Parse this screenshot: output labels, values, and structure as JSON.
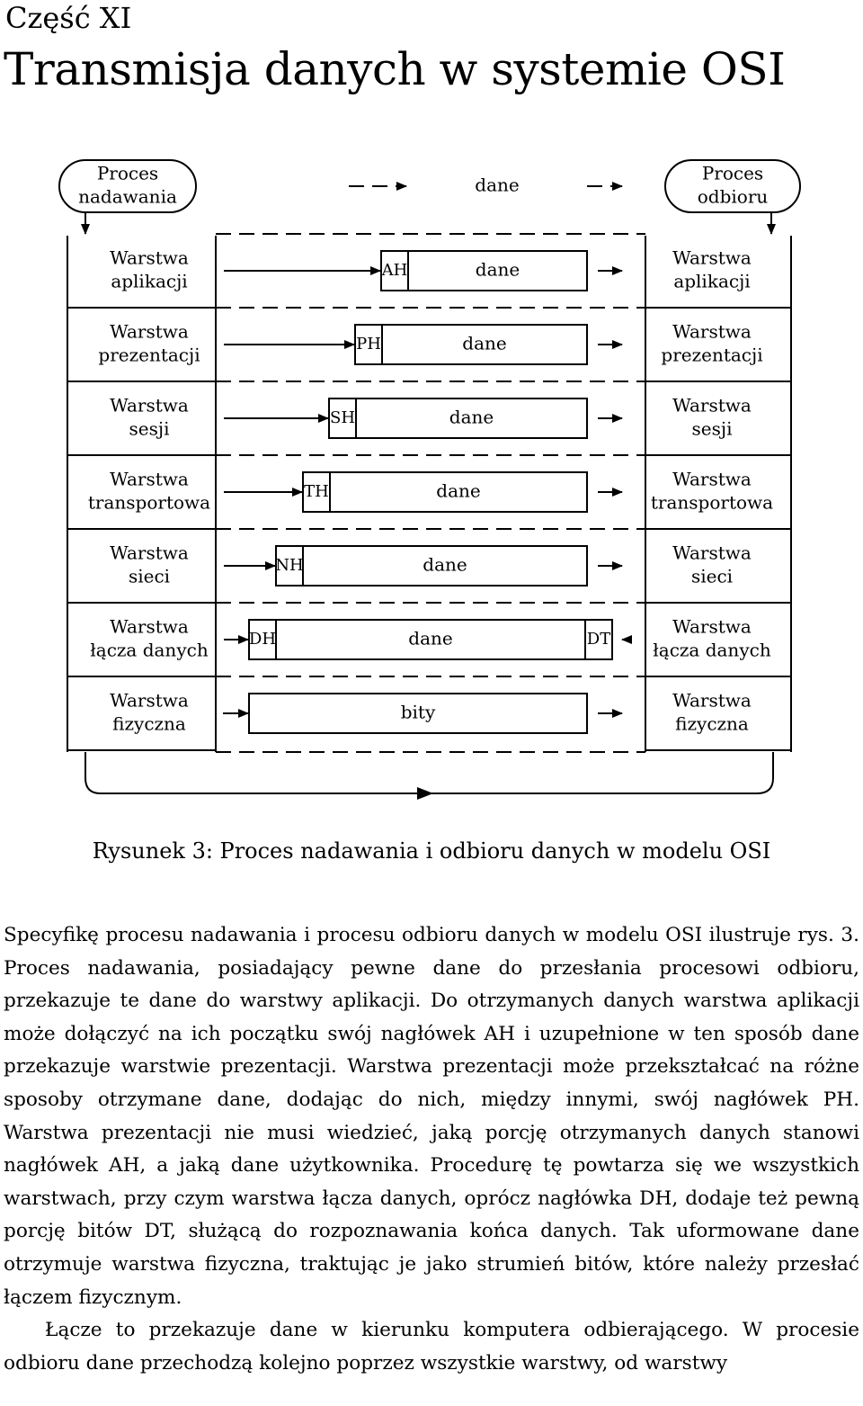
{
  "part": "Część XI",
  "title": "Transmisja danych w systemie OSI",
  "diagram": {
    "top_left": [
      "Proces",
      "nadawania"
    ],
    "top_right": [
      "Proces",
      "odbioru"
    ],
    "top_data": "dane",
    "layers": [
      {
        "left": [
          "Warstwa",
          "aplikacji"
        ],
        "right": [
          "Warstwa",
          "aplikacji"
        ],
        "header": "AH",
        "content": "dane",
        "trailer": ""
      },
      {
        "left": [
          "Warstwa",
          "prezentacji"
        ],
        "right": [
          "Warstwa",
          "prezentacji"
        ],
        "header": "PH",
        "content": "dane",
        "trailer": ""
      },
      {
        "left": [
          "Warstwa",
          "sesji"
        ],
        "right": [
          "Warstwa",
          "sesji"
        ],
        "header": "SH",
        "content": "dane",
        "trailer": ""
      },
      {
        "left": [
          "Warstwa",
          "transportowa"
        ],
        "right": [
          "Warstwa",
          "transportowa"
        ],
        "header": "TH",
        "content": "dane",
        "trailer": ""
      },
      {
        "left": [
          "Warstwa",
          "sieci"
        ],
        "right": [
          "Warstwa",
          "sieci"
        ],
        "header": "NH",
        "content": "dane",
        "trailer": ""
      },
      {
        "left": [
          "Warstwa",
          "łącza danych"
        ],
        "right": [
          "Warstwa",
          "łącza danych"
        ],
        "header": "DH",
        "content": "dane",
        "trailer": "DT"
      },
      {
        "left": [
          "Warstwa",
          "fizyczna"
        ],
        "right": [
          "Warstwa",
          "fizyczna"
        ],
        "header": "",
        "content": "bity",
        "trailer": ""
      }
    ]
  },
  "caption": "Rysunek 3: Proces nadawania i odbioru danych w modelu OSI",
  "paragraphs": [
    "Specyfikę procesu nadawania i procesu odbioru danych w modelu OSI ilustruje rys. 3. Proces nadawania, posiadający pewne dane do przesłania procesowi odbioru, przekazuje te dane do warstwy aplikacji. Do otrzymanych danych warstwa aplikacji może dołączyć na ich początku swój nagłówek AH i uzupełnione w ten sposób dane przekazuje warstwie prezentacji. Warstwa prezentacji może przekształcać na różne sposoby otrzymane dane, dodając do nich, między innymi, swój nagłówek PH. Warstwa prezentacji nie musi wiedzieć, jaką porcję otrzymanych danych stanowi nagłówek AH, a jaką dane użytkownika. Procedurę tę powtarza się we wszystkich warstwach, przy czym warstwa łącza danych, oprócz nagłówka DH, dodaje też pewną porcję bitów DT, służącą do rozpoznawania końca danych. Tak uformowane dane otrzymuje warstwa fizyczna, traktując je jako strumień bitów, które należy przesłać łączem fizycznym.",
    "Łącze to przekazuje dane w kierunku komputera odbierającego. W procesie odbioru dane przechodzą kolejno poprzez wszystkie warstwy, od warstwy"
  ]
}
